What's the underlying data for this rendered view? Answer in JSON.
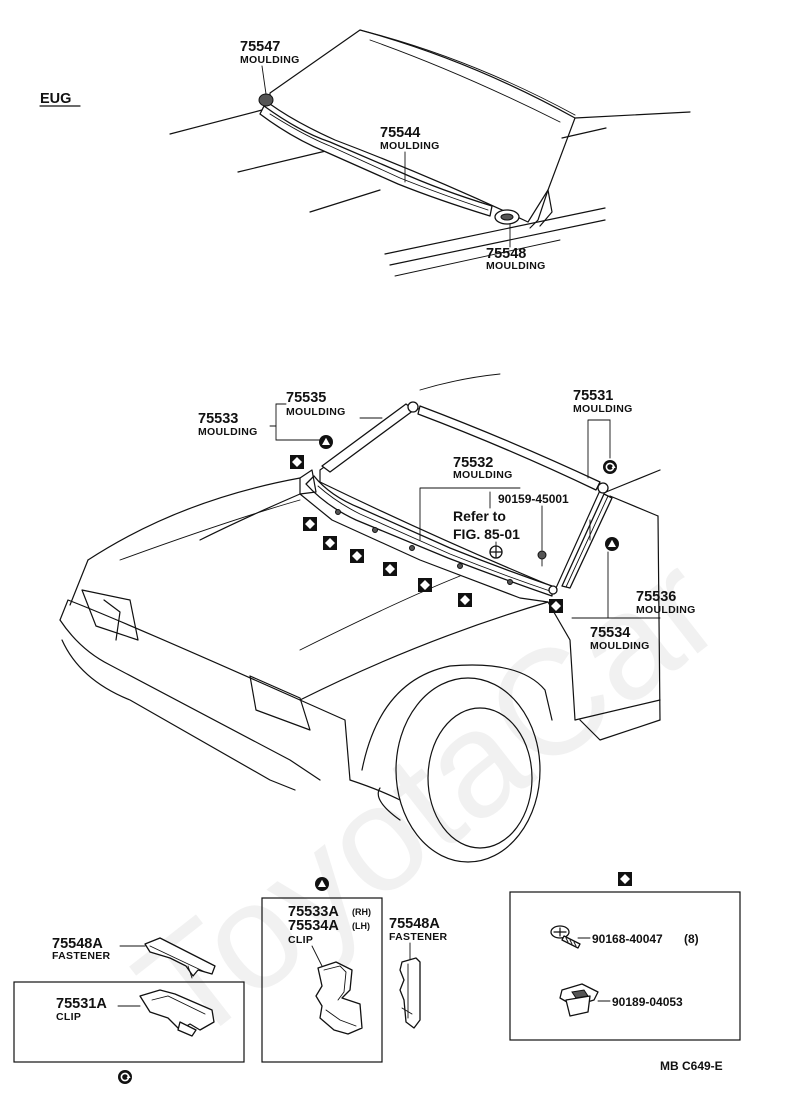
{
  "region_label": "EUG",
  "watermark": "ToyotaCar",
  "top_section": {
    "parts": [
      {
        "number": "75547",
        "name": "MOULDING"
      },
      {
        "number": "75544",
        "name": "MOULDING"
      },
      {
        "number": "75548",
        "name": "MOULDING"
      }
    ]
  },
  "main_section": {
    "parts": [
      {
        "number": "75535",
        "name": "MOULDING"
      },
      {
        "number": "75533",
        "name": "MOULDING"
      },
      {
        "number": "75531",
        "name": "MOULDING"
      },
      {
        "number": "75532",
        "name": "MOULDING"
      },
      {
        "number": "90159-45001",
        "name": ""
      },
      {
        "number": "75536",
        "name": "MOULDING"
      },
      {
        "number": "75534",
        "name": "MOULDING"
      }
    ],
    "refer_line1": "Refer to",
    "refer_line2": "FIG. 85-01"
  },
  "details": {
    "fastener_left": {
      "number": "75548A",
      "name": "FASTENER"
    },
    "clip_75531a": {
      "number": "75531A",
      "name": "CLIP"
    },
    "clip_box": {
      "number_rh": "75533A",
      "rh": "(RH)",
      "number_lh": "75534A",
      "lh": "(LH)",
      "name": "CLIP"
    },
    "fastener_right": {
      "number": "75548A",
      "name": "FASTENER"
    },
    "hardware": [
      {
        "number": "90168-40047",
        "qty": "(8)"
      },
      {
        "number": "90189-04053",
        "qty": ""
      }
    ]
  },
  "drawing_code": "MB  C649-E",
  "symbols": {
    "diamond": "diamond-symbol",
    "triangle": "triangle-symbol",
    "circle": "circle-arrow-symbol"
  }
}
